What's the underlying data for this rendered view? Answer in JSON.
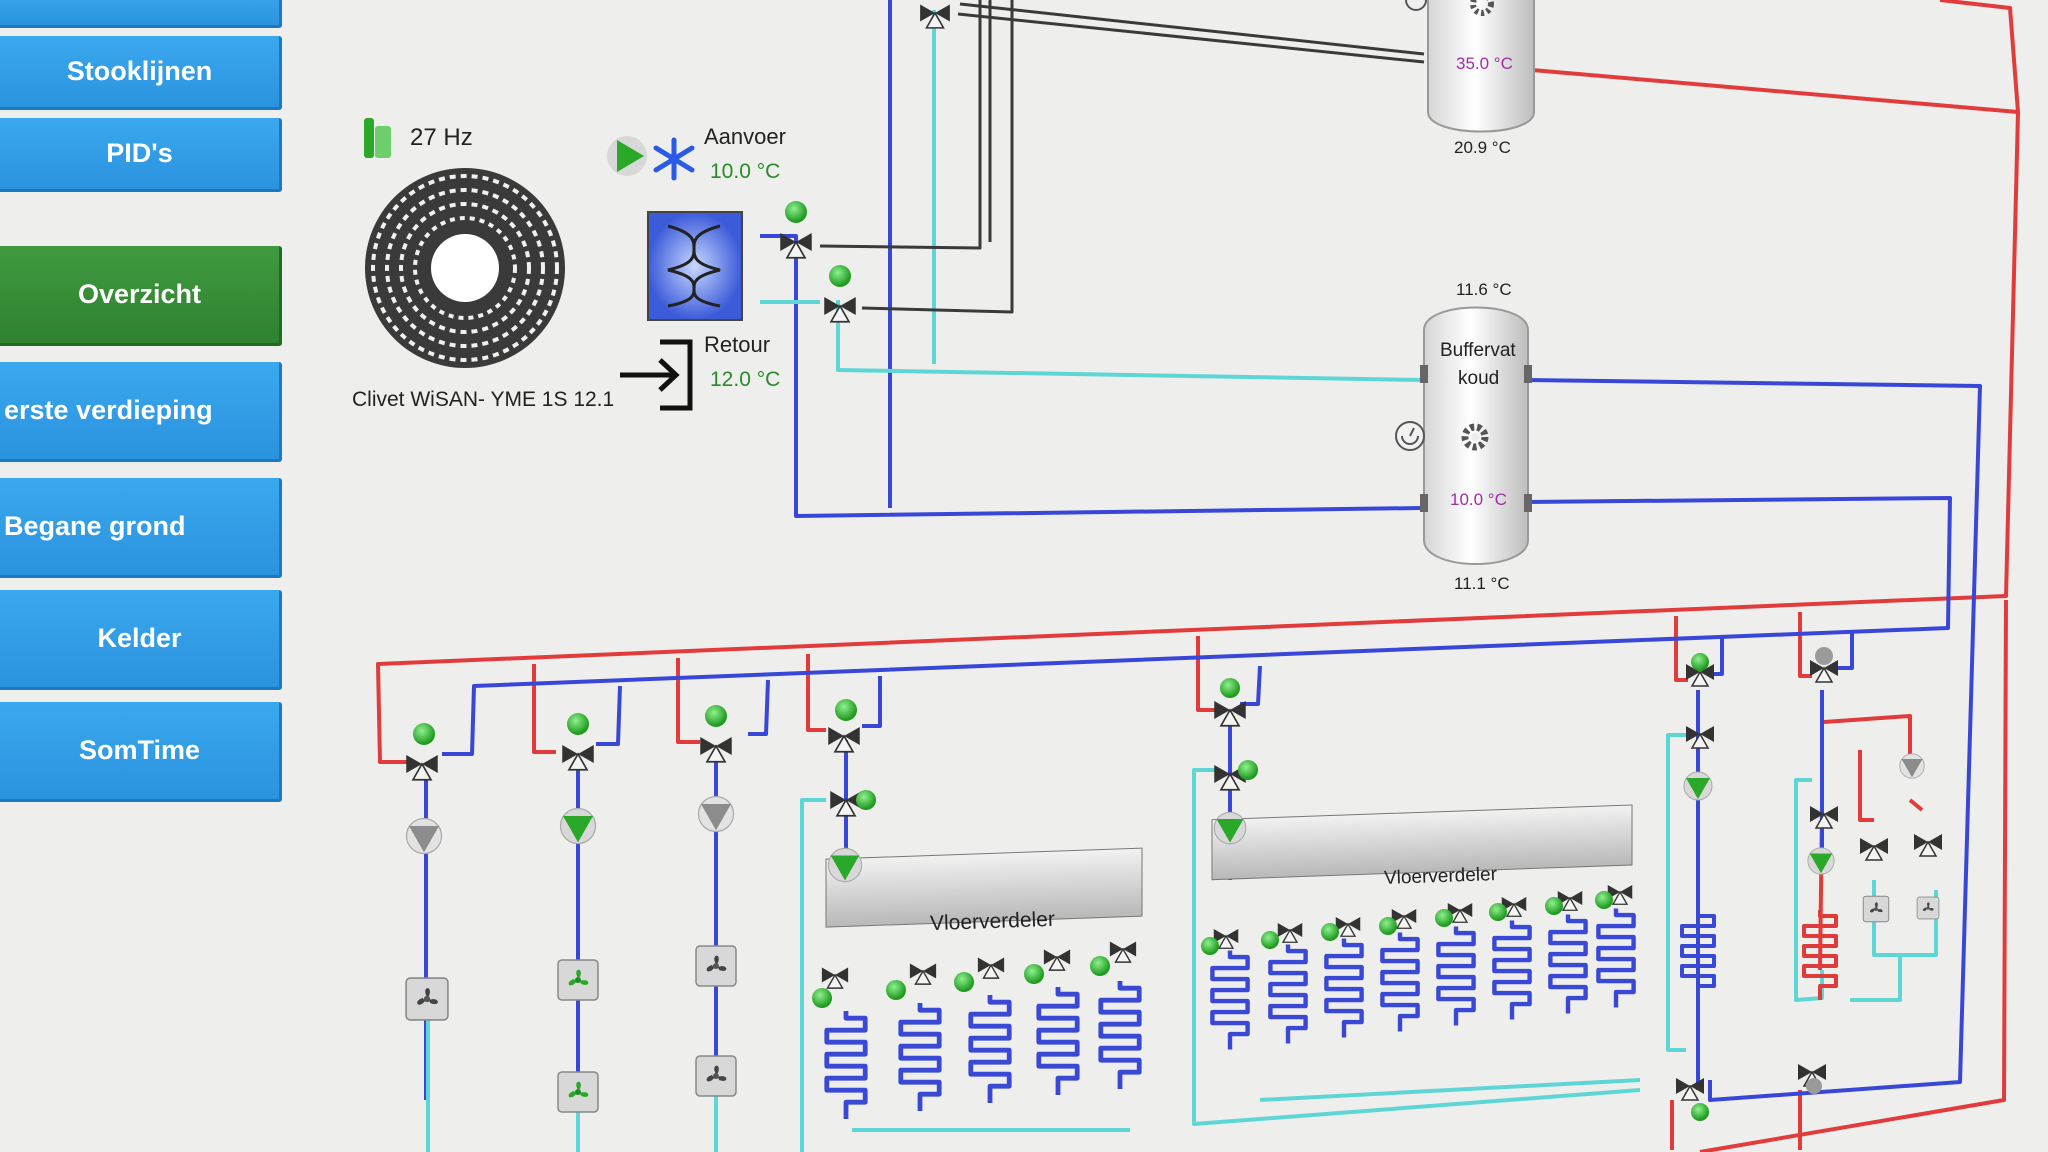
{
  "nav": {
    "items": [
      {
        "id": "stooklijnen",
        "label": "Stooklijnen",
        "active": false
      },
      {
        "id": "pids",
        "label": "PID's",
        "active": false
      },
      {
        "id": "overzicht",
        "label": "Overzicht",
        "active": true
      },
      {
        "id": "eerste-verdieping",
        "label": "erste verdieping",
        "active": false
      },
      {
        "id": "begane-grond",
        "label": "Begane grond",
        "active": false
      },
      {
        "id": "kelder",
        "label": "Kelder",
        "active": false
      },
      {
        "id": "somtime",
        "label": "SomTime",
        "active": false
      }
    ]
  },
  "heatpump": {
    "frequency": "27 Hz",
    "model": "Clivet WiSAN- YME 1S 12.1"
  },
  "supply": {
    "label": "Aanvoer",
    "temp": "10.0 °C"
  },
  "return": {
    "label": "Retour",
    "temp": "12.0 °C"
  },
  "top_tank": {
    "temp_mid": "35.0 °C",
    "temp_bottom": "20.9 °C"
  },
  "buffer_cold": {
    "title_line1": "Buffervat",
    "title_line2": "koud",
    "temp_top": "11.6 °C",
    "temp_mid": "10.0 °C",
    "temp_bottom": "11.1 °C"
  },
  "manifolds": {
    "left": "Vloerverdeler",
    "right": "Vloerverdeler"
  },
  "colors": {
    "supply_hot": "#e23b3b",
    "return_blue": "#3947d8",
    "cyan": "#5fd6d6",
    "dark_pipe": "#3a3a3a",
    "nav_blue": "#2f9be6",
    "nav_active": "#3a8f3a"
  }
}
